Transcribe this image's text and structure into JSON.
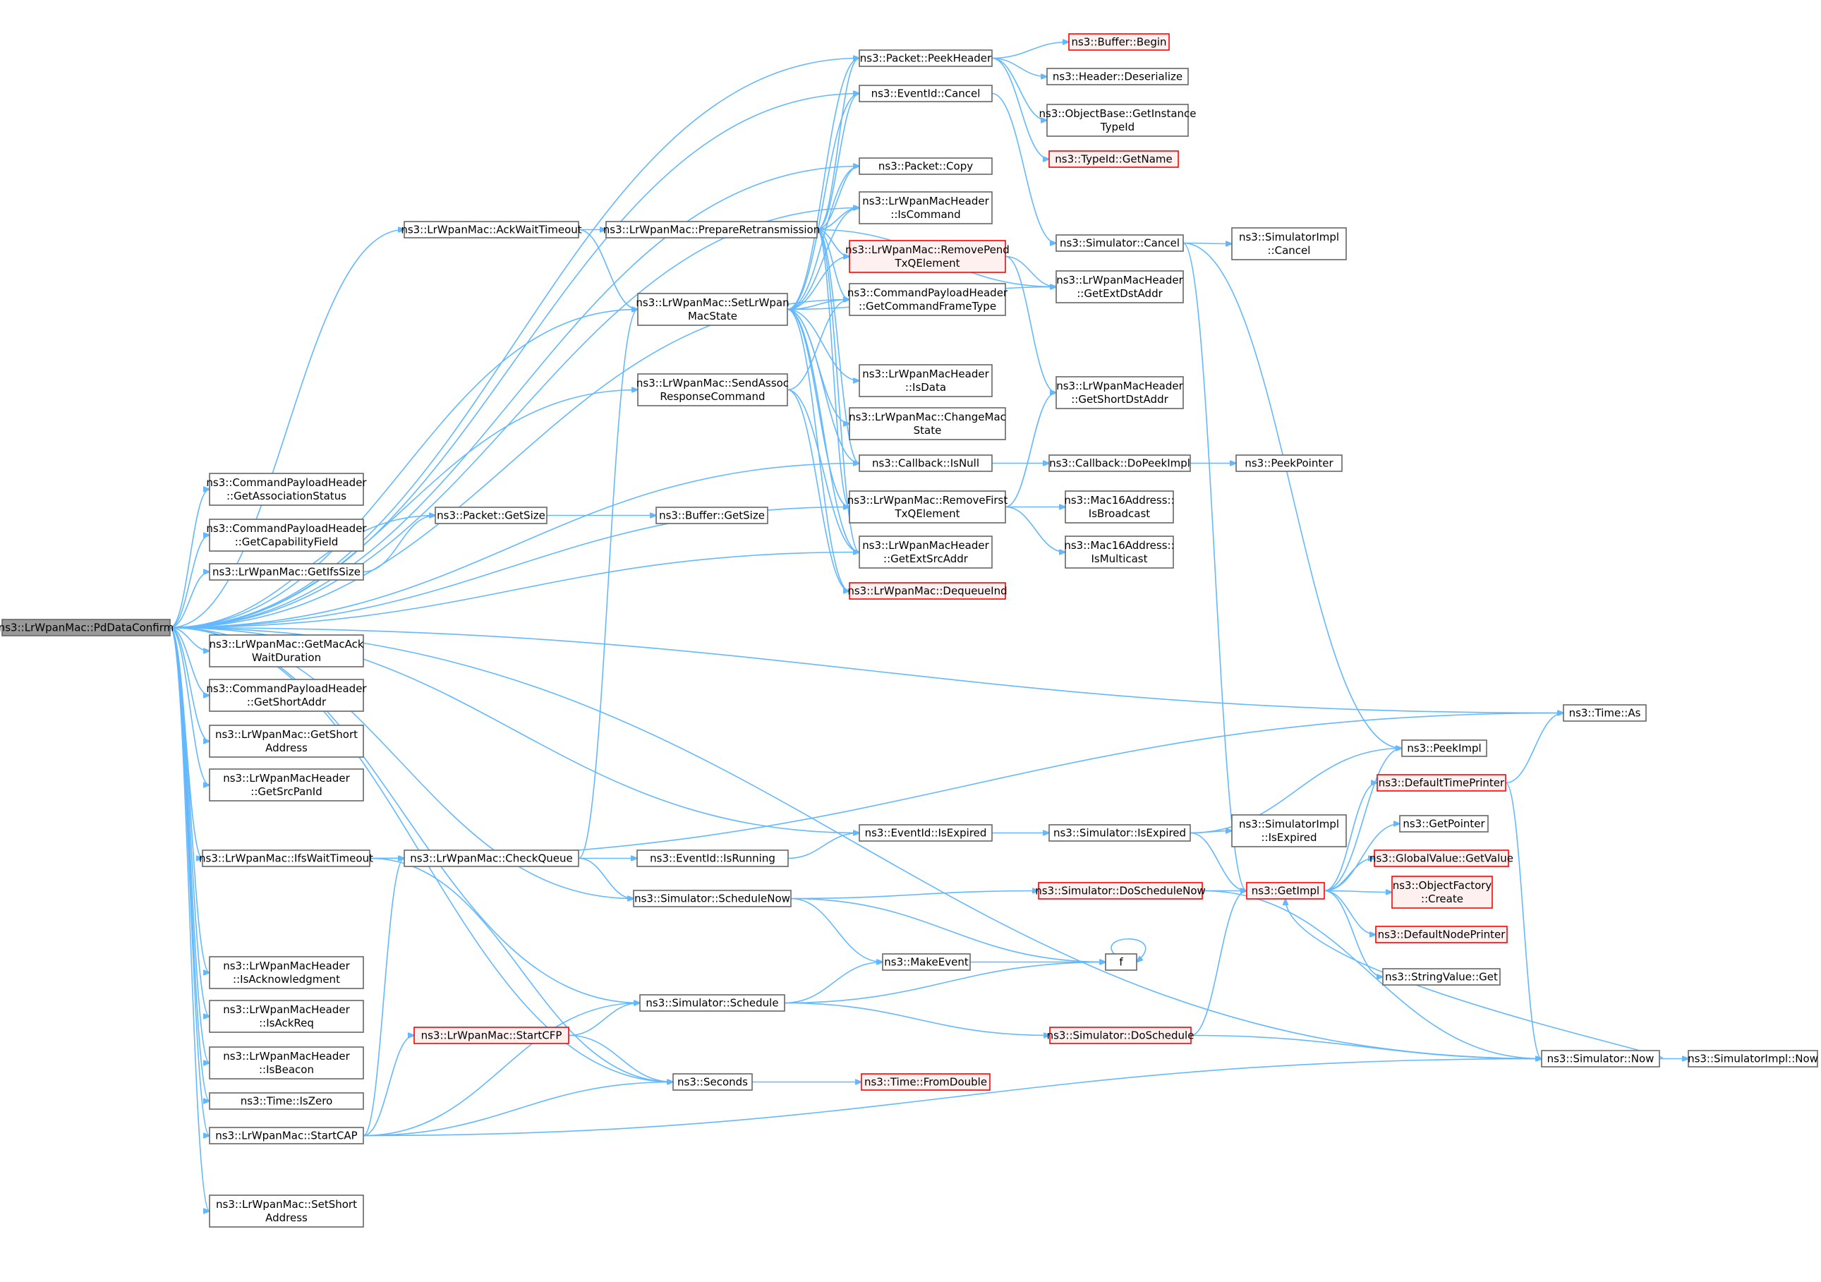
{
  "graph": {
    "root": "n_pd",
    "nodes": [
      {
        "id": "n_pd",
        "lines": [
          "ns3::LrWpanMac::PdDataConfirm"
        ],
        "style": "root"
      },
      {
        "id": "n_peekheader",
        "lines": [
          "ns3::Packet::PeekHeader"
        ],
        "style": "normal"
      },
      {
        "id": "n_bufbegin",
        "lines": [
          "ns3::Buffer::Begin"
        ],
        "style": "red"
      },
      {
        "id": "n_hdrdeser",
        "lines": [
          "ns3::Header::Deserialize"
        ],
        "style": "normal"
      },
      {
        "id": "n_objbase",
        "lines": [
          "ns3::ObjectBase::GetInstance",
          "TypeId"
        ],
        "style": "normal"
      },
      {
        "id": "n_typeidname",
        "lines": [
          "ns3::TypeId::GetName"
        ],
        "style": "red"
      },
      {
        "id": "n_evcancel",
        "lines": [
          "ns3::EventId::Cancel"
        ],
        "style": "normal"
      },
      {
        "id": "n_pktcopy",
        "lines": [
          "ns3::Packet::Copy"
        ],
        "style": "normal"
      },
      {
        "id": "n_iscommand",
        "lines": [
          "ns3::LrWpanMacHeader",
          "::IsCommand"
        ],
        "style": "normal"
      },
      {
        "id": "n_ackwait",
        "lines": [
          "ns3::LrWpanMac::AckWaitTimeout"
        ],
        "style": "normal"
      },
      {
        "id": "n_prepretx",
        "lines": [
          "ns3::LrWpanMac::PrepareRetransmission"
        ],
        "style": "normal"
      },
      {
        "id": "n_removepend",
        "lines": [
          "ns3::LrWpanMac::RemovePend",
          "TxQElement"
        ],
        "style": "red"
      },
      {
        "id": "n_simcancel",
        "lines": [
          "ns3::Simulator::Cancel"
        ],
        "style": "normal"
      },
      {
        "id": "n_simimplcancel",
        "lines": [
          "ns3::SimulatorImpl",
          "::Cancel"
        ],
        "style": "normal"
      },
      {
        "id": "n_cmdframetype",
        "lines": [
          "ns3::CommandPayloadHeader",
          "::GetCommandFrameType"
        ],
        "style": "normal"
      },
      {
        "id": "n_getextdst",
        "lines": [
          "ns3::LrWpanMacHeader",
          "::GetExtDstAddr"
        ],
        "style": "normal"
      },
      {
        "id": "n_setstate",
        "lines": [
          "ns3::LrWpanMac::SetLrWpan",
          "MacState"
        ],
        "style": "normal"
      },
      {
        "id": "n_isdata",
        "lines": [
          "ns3::LrWpanMacHeader",
          "::IsData"
        ],
        "style": "normal"
      },
      {
        "id": "n_sendassoc",
        "lines": [
          "ns3::LrWpanMac::SendAssoc",
          "ResponseCommand"
        ],
        "style": "normal"
      },
      {
        "id": "n_getshortdst",
        "lines": [
          "ns3::LrWpanMacHeader",
          "::GetShortDstAddr"
        ],
        "style": "normal"
      },
      {
        "id": "n_changemac",
        "lines": [
          "ns3::LrWpanMac::ChangeMac",
          "State"
        ],
        "style": "normal"
      },
      {
        "id": "n_cbisnull",
        "lines": [
          "ns3::Callback::IsNull"
        ],
        "style": "normal"
      },
      {
        "id": "n_cbdopeek",
        "lines": [
          "ns3::Callback::DoPeekImpl"
        ],
        "style": "normal"
      },
      {
        "id": "n_peekpointer",
        "lines": [
          "ns3::PeekPointer"
        ],
        "style": "normal"
      },
      {
        "id": "n_getassoc",
        "lines": [
          "ns3::CommandPayloadHeader",
          "::GetAssociationStatus"
        ],
        "style": "normal"
      },
      {
        "id": "n_pktgetsize",
        "lines": [
          "ns3::Packet::GetSize"
        ],
        "style": "normal"
      },
      {
        "id": "n_bufgetsize",
        "lines": [
          "ns3::Buffer::GetSize"
        ],
        "style": "normal"
      },
      {
        "id": "n_removefirst",
        "lines": [
          "ns3::LrWpanMac::RemoveFirst",
          "TxQElement"
        ],
        "style": "normal"
      },
      {
        "id": "n_isbroadcast",
        "lines": [
          "ns3::Mac16Address::",
          "IsBroadcast"
        ],
        "style": "normal"
      },
      {
        "id": "n_getcapab",
        "lines": [
          "ns3::CommandPayloadHeader",
          "::GetCapabilityField"
        ],
        "style": "normal"
      },
      {
        "id": "n_getifs",
        "lines": [
          "ns3::LrWpanMac::GetIfsSize"
        ],
        "style": "normal"
      },
      {
        "id": "n_getextsrc",
        "lines": [
          "ns3::LrWpanMacHeader",
          "::GetExtSrcAddr"
        ],
        "style": "normal"
      },
      {
        "id": "n_ismulticast",
        "lines": [
          "ns3::Mac16Address::",
          "IsMulticast"
        ],
        "style": "normal"
      },
      {
        "id": "n_dequeueind",
        "lines": [
          "ns3::LrWpanMac::DequeueInd"
        ],
        "style": "red"
      },
      {
        "id": "n_getmacack",
        "lines": [
          "ns3::LrWpanMac::GetMacAck",
          "WaitDuration"
        ],
        "style": "normal"
      },
      {
        "id": "n_getshortaddr",
        "lines": [
          "ns3::CommandPayloadHeader",
          "::GetShortAddr"
        ],
        "style": "normal"
      },
      {
        "id": "n_timeas",
        "lines": [
          "ns3::Time::As"
        ],
        "style": "normal"
      },
      {
        "id": "n_getshort",
        "lines": [
          "ns3::LrWpanMac::GetShort",
          "Address"
        ],
        "style": "normal"
      },
      {
        "id": "n_peekimpl",
        "lines": [
          "ns3::PeekImpl"
        ],
        "style": "normal"
      },
      {
        "id": "n_getsrcpan",
        "lines": [
          "ns3::LrWpanMacHeader",
          "::GetSrcPanId"
        ],
        "style": "normal"
      },
      {
        "id": "n_deftimeprinter",
        "lines": [
          "ns3::DefaultTimePrinter"
        ],
        "style": "red"
      },
      {
        "id": "n_getpointer",
        "lines": [
          "ns3::GetPointer"
        ],
        "style": "normal"
      },
      {
        "id": "n_evisexpired",
        "lines": [
          "ns3::EventId::IsExpired"
        ],
        "style": "normal"
      },
      {
        "id": "n_simisexpired",
        "lines": [
          "ns3::Simulator::IsExpired"
        ],
        "style": "normal"
      },
      {
        "id": "n_simimplisexp",
        "lines": [
          "ns3::SimulatorImpl",
          "::IsExpired"
        ],
        "style": "normal"
      },
      {
        "id": "n_ifswait",
        "lines": [
          "ns3::LrWpanMac::IfsWaitTimeout"
        ],
        "style": "normal"
      },
      {
        "id": "n_checkqueue",
        "lines": [
          "ns3::LrWpanMac::CheckQueue"
        ],
        "style": "normal"
      },
      {
        "id": "n_evisrunning",
        "lines": [
          "ns3::EventId::IsRunning"
        ],
        "style": "normal"
      },
      {
        "id": "n_globalget",
        "lines": [
          "ns3::GlobalValue::GetValue"
        ],
        "style": "red"
      },
      {
        "id": "n_getimpl",
        "lines": [
          "ns3::GetImpl"
        ],
        "style": "red"
      },
      {
        "id": "n_schedulenow",
        "lines": [
          "ns3::Simulator::ScheduleNow"
        ],
        "style": "normal"
      },
      {
        "id": "n_doschednow",
        "lines": [
          "ns3::Simulator::DoScheduleNow"
        ],
        "style": "red"
      },
      {
        "id": "n_objfactory",
        "lines": [
          "ns3::ObjectFactory",
          "::Create"
        ],
        "style": "red"
      },
      {
        "id": "n_defnodeprinter",
        "lines": [
          "ns3::DefaultNodePrinter"
        ],
        "style": "red"
      },
      {
        "id": "n_makeevent",
        "lines": [
          "ns3::MakeEvent"
        ],
        "style": "normal"
      },
      {
        "id": "n_f",
        "lines": [
          "f"
        ],
        "style": "normal"
      },
      {
        "id": "n_isack",
        "lines": [
          "ns3::LrWpanMacHeader",
          "::IsAcknowledgment"
        ],
        "style": "normal"
      },
      {
        "id": "n_stringget",
        "lines": [
          "ns3::StringValue::Get"
        ],
        "style": "normal"
      },
      {
        "id": "n_schedule",
        "lines": [
          "ns3::Simulator::Schedule"
        ],
        "style": "normal"
      },
      {
        "id": "n_isackreq",
        "lines": [
          "ns3::LrWpanMacHeader",
          "::IsAckReq"
        ],
        "style": "normal"
      },
      {
        "id": "n_startcfp",
        "lines": [
          "ns3::LrWpanMac::StartCFP"
        ],
        "style": "red"
      },
      {
        "id": "n_doschedule",
        "lines": [
          "ns3::Simulator::DoSchedule"
        ],
        "style": "red"
      },
      {
        "id": "n_isbeacon",
        "lines": [
          "ns3::LrWpanMacHeader",
          "::IsBeacon"
        ],
        "style": "normal"
      },
      {
        "id": "n_simnow",
        "lines": [
          "ns3::Simulator::Now"
        ],
        "style": "normal"
      },
      {
        "id": "n_simimplnow",
        "lines": [
          "ns3::SimulatorImpl::Now"
        ],
        "style": "normal"
      },
      {
        "id": "n_iszero",
        "lines": [
          "ns3::Time::IsZero"
        ],
        "style": "normal"
      },
      {
        "id": "n_seconds",
        "lines": [
          "ns3::Seconds"
        ],
        "style": "normal"
      },
      {
        "id": "n_fromdouble",
        "lines": [
          "ns3::Time::FromDouble"
        ],
        "style": "red"
      },
      {
        "id": "n_startcap",
        "lines": [
          "ns3::LrWpanMac::StartCAP"
        ],
        "style": "normal"
      },
      {
        "id": "n_setshort",
        "lines": [
          "ns3::LrWpanMac::SetShort",
          "Address"
        ],
        "style": "normal"
      }
    ],
    "edges": [
      [
        "n_pd",
        "n_timeas"
      ],
      [
        "n_pd",
        "n_peekheader"
      ],
      [
        "n_pd",
        "n_evcancel"
      ],
      [
        "n_pd",
        "n_pktcopy"
      ],
      [
        "n_pd",
        "n_iscommand"
      ],
      [
        "n_pd",
        "n_ackwait"
      ],
      [
        "n_pd",
        "n_cmdframetype"
      ],
      [
        "n_pd",
        "n_setstate"
      ],
      [
        "n_pd",
        "n_cbisnull"
      ],
      [
        "n_pd",
        "n_sendassoc"
      ],
      [
        "n_pd",
        "n_getextsrc"
      ],
      [
        "n_pd",
        "n_getassoc"
      ],
      [
        "n_pd",
        "n_pktgetsize"
      ],
      [
        "n_pd",
        "n_getcapab"
      ],
      [
        "n_pd",
        "n_getifs"
      ],
      [
        "n_pd",
        "n_removefirst"
      ],
      [
        "n_pd",
        "n_getmacack"
      ],
      [
        "n_pd",
        "n_getshortaddr"
      ],
      [
        "n_pd",
        "n_getshort"
      ],
      [
        "n_pd",
        "n_getsrcpan"
      ],
      [
        "n_pd",
        "n_evisexpired"
      ],
      [
        "n_pd",
        "n_ifswait"
      ],
      [
        "n_pd",
        "n_schedulenow"
      ],
      [
        "n_pd",
        "n_schedule"
      ],
      [
        "n_pd",
        "n_isack"
      ],
      [
        "n_pd",
        "n_isackreq"
      ],
      [
        "n_pd",
        "n_isbeacon"
      ],
      [
        "n_pd",
        "n_iszero"
      ],
      [
        "n_pd",
        "n_startcap"
      ],
      [
        "n_pd",
        "n_seconds"
      ],
      [
        "n_pd",
        "n_setshort"
      ],
      [
        "n_pd",
        "n_simnow"
      ],
      [
        "n_peekheader",
        "n_bufbegin"
      ],
      [
        "n_peekheader",
        "n_hdrdeser"
      ],
      [
        "n_peekheader",
        "n_objbase"
      ],
      [
        "n_peekheader",
        "n_typeidname"
      ],
      [
        "n_evcancel",
        "n_simcancel"
      ],
      [
        "n_ackwait",
        "n_prepretx"
      ],
      [
        "n_ackwait",
        "n_setstate"
      ],
      [
        "n_prepretx",
        "n_peekheader"
      ],
      [
        "n_prepretx",
        "n_evcancel"
      ],
      [
        "n_prepretx",
        "n_pktcopy"
      ],
      [
        "n_prepretx",
        "n_iscommand"
      ],
      [
        "n_prepretx",
        "n_removepend"
      ],
      [
        "n_prepretx",
        "n_cmdframetype"
      ],
      [
        "n_prepretx",
        "n_getextdst"
      ],
      [
        "n_prepretx",
        "n_cbisnull"
      ],
      [
        "n_prepretx",
        "n_removefirst"
      ],
      [
        "n_prepretx",
        "n_getextsrc"
      ],
      [
        "n_setstate",
        "n_peekheader"
      ],
      [
        "n_setstate",
        "n_evcancel"
      ],
      [
        "n_setstate",
        "n_pktcopy"
      ],
      [
        "n_setstate",
        "n_iscommand"
      ],
      [
        "n_setstate",
        "n_removepend"
      ],
      [
        "n_setstate",
        "n_cmdframetype"
      ],
      [
        "n_setstate",
        "n_getextdst"
      ],
      [
        "n_setstate",
        "n_isdata"
      ],
      [
        "n_setstate",
        "n_changemac"
      ],
      [
        "n_setstate",
        "n_cbisnull"
      ],
      [
        "n_setstate",
        "n_removefirst"
      ],
      [
        "n_setstate",
        "n_getextsrc"
      ],
      [
        "n_setstate",
        "n_dequeueind"
      ],
      [
        "n_removepend",
        "n_getextdst"
      ],
      [
        "n_removepend",
        "n_getshortdst"
      ],
      [
        "n_simcancel",
        "n_simimplcancel"
      ],
      [
        "n_simcancel",
        "n_peekimpl"
      ],
      [
        "n_simcancel",
        "n_getimpl"
      ],
      [
        "n_sendassoc",
        "n_cmdframetype"
      ],
      [
        "n_sendassoc",
        "n_getextsrc"
      ],
      [
        "n_sendassoc",
        "n_dequeueind"
      ],
      [
        "n_cbisnull",
        "n_cbdopeek"
      ],
      [
        "n_cbdopeek",
        "n_peekpointer"
      ],
      [
        "n_pktgetsize",
        "n_bufgetsize"
      ],
      [
        "n_getifs",
        "n_pktgetsize"
      ],
      [
        "n_removefirst",
        "n_getshortdst"
      ],
      [
        "n_removefirst",
        "n_isbroadcast"
      ],
      [
        "n_removefirst",
        "n_ismulticast"
      ],
      [
        "n_evisexpired",
        "n_simisexpired"
      ],
      [
        "n_simisexpired",
        "n_peekimpl"
      ],
      [
        "n_simisexpired",
        "n_simimplisexp"
      ],
      [
        "n_simisexpired",
        "n_getimpl"
      ],
      [
        "n_ifswait",
        "n_timeas"
      ],
      [
        "n_ifswait",
        "n_checkqueue"
      ],
      [
        "n_ifswait",
        "n_seconds"
      ],
      [
        "n_checkqueue",
        "n_setstate"
      ],
      [
        "n_checkqueue",
        "n_evisrunning"
      ],
      [
        "n_checkqueue",
        "n_schedulenow"
      ],
      [
        "n_evisrunning",
        "n_evisexpired"
      ],
      [
        "n_getimpl",
        "n_peekimpl"
      ],
      [
        "n_getimpl",
        "n_deftimeprinter"
      ],
      [
        "n_getimpl",
        "n_getpointer"
      ],
      [
        "n_getimpl",
        "n_globalget"
      ],
      [
        "n_getimpl",
        "n_objfactory"
      ],
      [
        "n_getimpl",
        "n_defnodeprinter"
      ],
      [
        "n_getimpl",
        "n_stringget"
      ],
      [
        "n_deftimeprinter",
        "n_timeas"
      ],
      [
        "n_deftimeprinter",
        "n_simnow"
      ],
      [
        "n_schedulenow",
        "n_doschednow"
      ],
      [
        "n_schedulenow",
        "n_makeevent"
      ],
      [
        "n_schedulenow",
        "n_f"
      ],
      [
        "n_doschednow",
        "n_getimpl"
      ],
      [
        "n_doschednow",
        "n_simnow"
      ],
      [
        "n_makeevent",
        "n_f"
      ],
      [
        "n_f",
        "n_f"
      ],
      [
        "n_schedule",
        "n_makeevent"
      ],
      [
        "n_schedule",
        "n_f"
      ],
      [
        "n_schedule",
        "n_doschedule"
      ],
      [
        "n_doschedule",
        "n_getimpl"
      ],
      [
        "n_doschedule",
        "n_simnow"
      ],
      [
        "n_simnow",
        "n_getimpl"
      ],
      [
        "n_simnow",
        "n_simimplnow"
      ],
      [
        "n_startcfp",
        "n_schedule"
      ],
      [
        "n_startcfp",
        "n_seconds"
      ],
      [
        "n_seconds",
        "n_fromdouble"
      ],
      [
        "n_startcap",
        "n_checkqueue"
      ],
      [
        "n_startcap",
        "n_schedule"
      ],
      [
        "n_startcap",
        "n_startcfp"
      ],
      [
        "n_startcap",
        "n_seconds"
      ],
      [
        "n_startcap",
        "n_simnow"
      ]
    ]
  }
}
